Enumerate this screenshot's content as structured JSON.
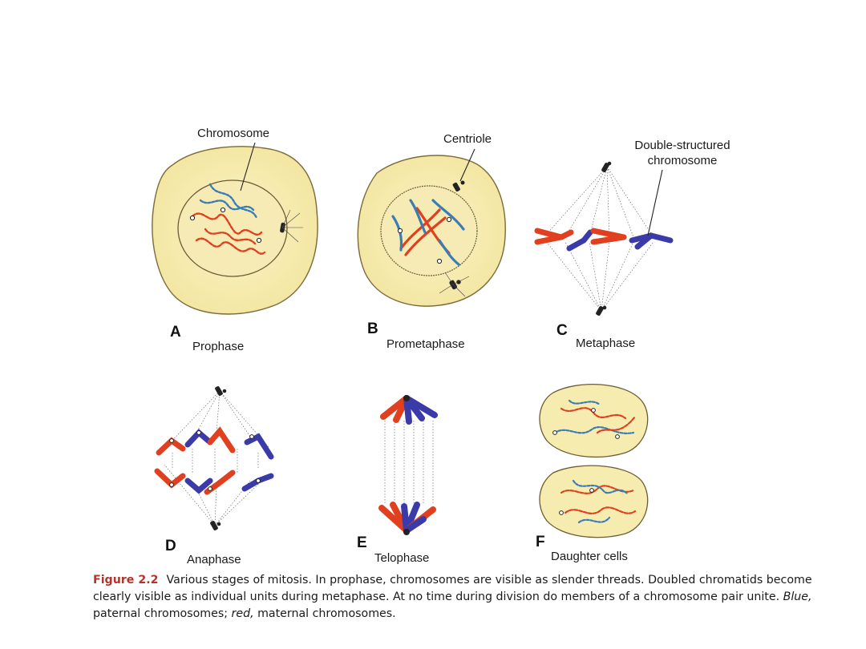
{
  "panels": [
    {
      "letter": "A",
      "stage": "Prophase"
    },
    {
      "letter": "B",
      "stage": "Prometaphase"
    },
    {
      "letter": "C",
      "stage": "Metaphase"
    },
    {
      "letter": "D",
      "stage": "Anaphase"
    },
    {
      "letter": "E",
      "stage": "Telophase"
    },
    {
      "letter": "F",
      "stage": "Daughter cells"
    }
  ],
  "annotations": {
    "chromosome": "Chromosome",
    "centriole": "Centriole",
    "double_line1": "Double-structured",
    "double_line2": "chromosome"
  },
  "caption": {
    "figure_label": "Figure 2.2",
    "text_main": "Various stages of mitosis. In prophase, chromosomes are visible as slender threads. Doubled chromatids become clearly visible as individual units during metaphase. At no time during division do members of a chromosome pair unite.",
    "blue_label": "Blue,",
    "blue_text": " paternal chromosomes; ",
    "red_label": "red,",
    "red_text": " maternal chromosomes."
  },
  "colors": {
    "cell_fill": "#f7ecb0",
    "cell_stroke": "#7a6b3a",
    "maternal": "#e0401f",
    "paternal": "#3a7db5",
    "caption_accent": "#b8322a"
  }
}
